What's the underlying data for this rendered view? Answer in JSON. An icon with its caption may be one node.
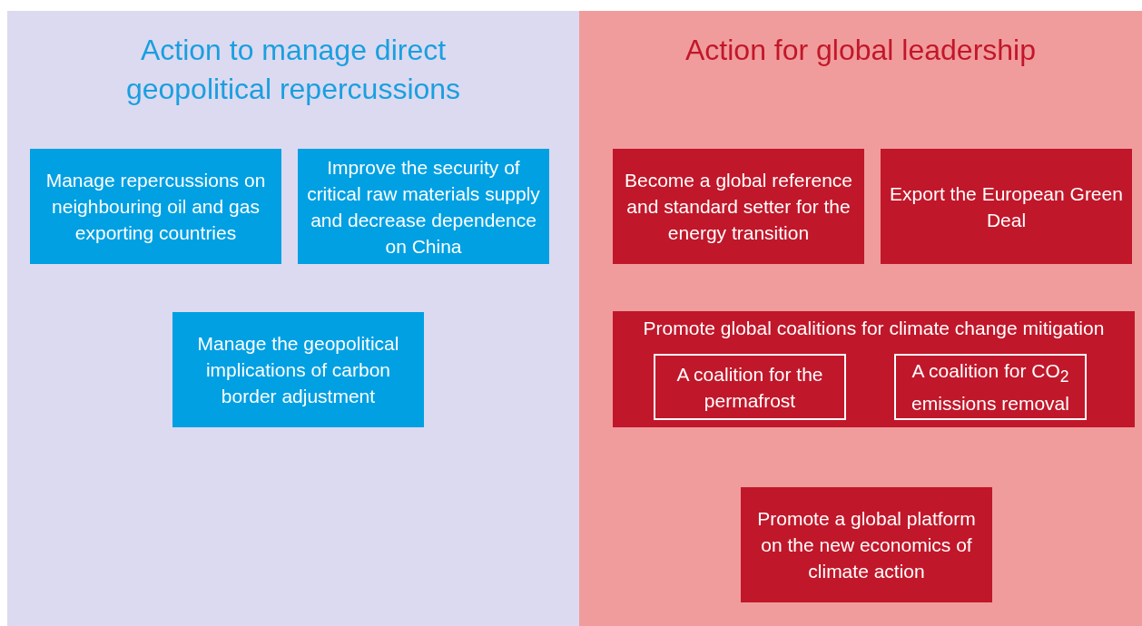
{
  "diagram": {
    "nodes": [
      {
        "text": [
          "Action to manage direct geopolitical repercussions"
        ]
      },
      {
        "text": [
          "Manage repercussions on neighbouring oil and gas exporting countries"
        ],
        "in": 0
      },
      {
        "text": [
          "Improve the security of critical raw materials supply and decrease dependence on China"
        ],
        "in": 0
      },
      {
        "text": [
          "Manage the geopolitical implications of carbon border adjustment"
        ],
        "in": 0
      },
      {
        "text": [
          "Action for global leadership"
        ]
      },
      {
        "text": [
          "Become a global reference and standard setter for the energy transition"
        ],
        "in": 4
      },
      {
        "text": [
          "Export the European Green Deal"
        ],
        "in": 4
      },
      {
        "text": [
          "Promote global coalitions for climate change mitigation"
        ],
        "in": 4
      },
      {
        "text": [
          "A coalition for the permafrost"
        ],
        "in": 7
      },
      {
        "text": [
          "A coalition for CO$_{2}$ emissions removal"
        ],
        "in": 7
      },
      {
        "text": [
          "Promote a global platform on the new economics of climate action"
        ],
        "in": 4
      }
    ]
  }
}
